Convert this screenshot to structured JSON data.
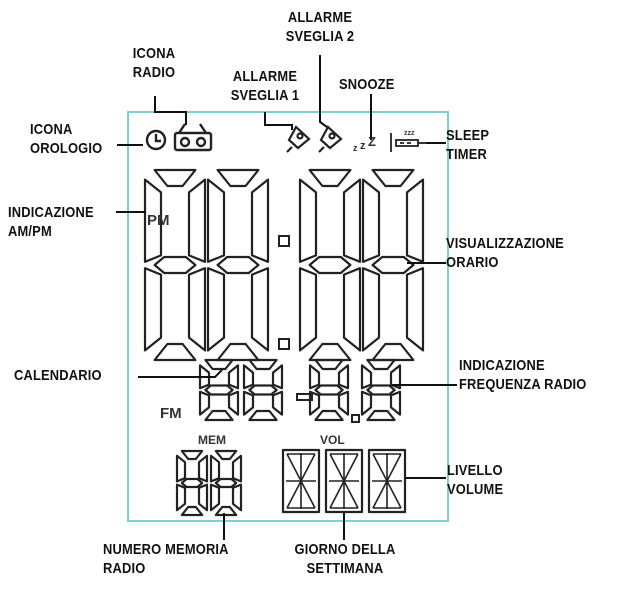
{
  "labels": {
    "icona_radio": "ICONA\nRADIO",
    "allarme_sveglia_2": "ALLARME\nSVEGLIA 2",
    "allarme_sveglia_1": "ALLARME\nSVEGLIA 1",
    "snooze": "SNOOZE",
    "icona_orologio": "ICONA\nOROLOGIO",
    "sleep_timer": "SLEEP\nTIMER",
    "indicazione_ampm": "INDICAZIONE\nAM/PM",
    "visualizzazione_orario": "VISUALIZZAZIONE\nORARIO",
    "calendario": "CALENDARIO",
    "indicazione_frequenza_radio": "INDICAZIONE\nFREQUENZA RADIO",
    "livello_volume": "LIVELLO\nVOLUME",
    "numero_memoria_radio": "NUMERO MEMORIA\nRADIO",
    "giorno_della_settimana": "GIORNO DELLA\nSETTIMANA"
  },
  "display": {
    "pm": "PM",
    "fm": "FM",
    "mem": "MEM",
    "vol": "VOL"
  },
  "colors": {
    "lcd_border": "#7ecfcf",
    "segments": "#222222",
    "callout_lines": "#111111"
  }
}
